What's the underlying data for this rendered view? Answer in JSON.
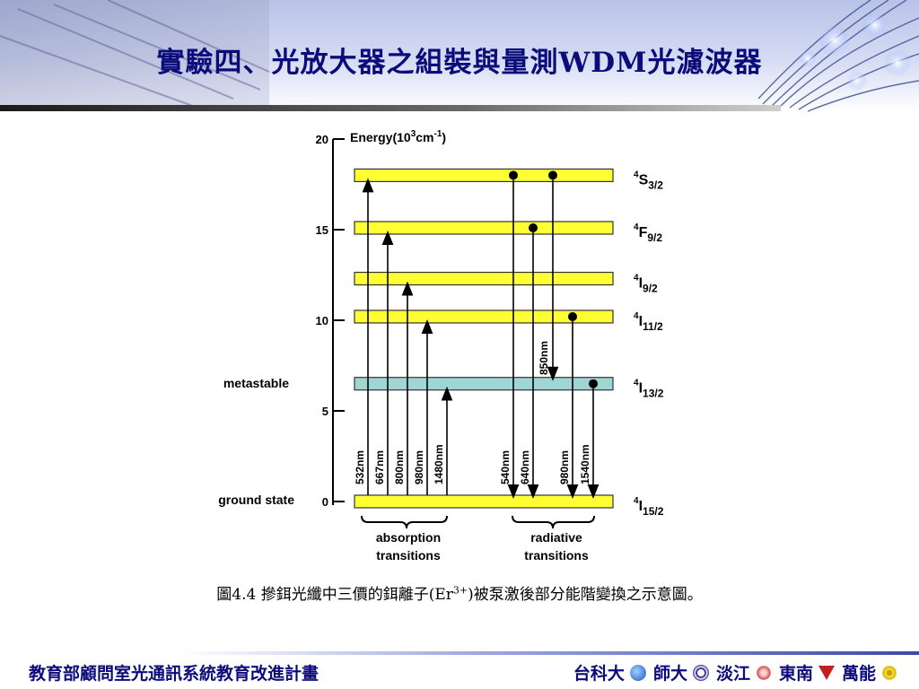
{
  "title": "實驗四、光放大器之組裝與量測WDM光濾波器",
  "diagram": {
    "energy_label": "Energy(10",
    "energy_sup1": "3",
    "energy_mid": "cm",
    "energy_sup2": "-1",
    "energy_end": ")",
    "axis_ticks": [
      {
        "label": "20",
        "value": 20
      },
      {
        "label": "15",
        "value": 15
      },
      {
        "label": "10",
        "value": 10
      },
      {
        "label": "5",
        "value": 5
      },
      {
        "label": "0",
        "value": 0
      }
    ],
    "levels": [
      {
        "sup": "4",
        "main": "S",
        "sub": "3/2",
        "energy": 18.0,
        "color": "#ffff33"
      },
      {
        "sup": "4",
        "main": "F",
        "sub": "9/2",
        "energy": 15.1,
        "color": "#ffff33"
      },
      {
        "sup": "4",
        "main": "I",
        "sub": "9/2",
        "energy": 12.3,
        "color": "#ffff33"
      },
      {
        "sup": "4",
        "main": "I",
        "sub": "11/2",
        "energy": 10.2,
        "color": "#ffff33"
      },
      {
        "sup": "4",
        "main": "I",
        "sub": "13/2",
        "energy": 6.5,
        "color": "#9fd6d4"
      },
      {
        "sup": "4",
        "main": "I",
        "sub": "15/2",
        "energy": 0.0,
        "color": "#ffff33"
      }
    ],
    "side_labels": {
      "metastable": "metastable",
      "ground": "ground state"
    },
    "absorption": [
      {
        "label": "532nm",
        "to": 0
      },
      {
        "label": "667nm",
        "to": 1
      },
      {
        "label": "800nm",
        "to": 2
      },
      {
        "label": "980nm",
        "to": 3
      },
      {
        "label": "1480nm",
        "to": 4
      }
    ],
    "radiative": [
      {
        "label": "540nm",
        "from": 0,
        "to": 5
      },
      {
        "label": "640nm",
        "from": 1,
        "to": 5
      },
      {
        "label": "980nm",
        "from": 3,
        "to": 5
      },
      {
        "label": "1540nm",
        "from": 4,
        "to": 5
      }
    ],
    "nonradiative": {
      "label": "850nm",
      "from": 0,
      "to": 4
    },
    "group_labels": {
      "absorption_line1": "absorption",
      "absorption_line2": "transitions",
      "radiative_line1": "radiative",
      "radiative_line2": "transitions"
    }
  },
  "caption": {
    "prefix": "圖4.4  摻鉺光纖中三價的鉺離子(Er",
    "sup": "3+",
    "suffix": ")被泵激後部分能階變換之示意圖。"
  },
  "footer": {
    "left": "教育部顧問室光通訊系統教育改進計畫",
    "schools": [
      "台科大",
      "師大",
      "淡江",
      "東南",
      "萬能"
    ]
  }
}
